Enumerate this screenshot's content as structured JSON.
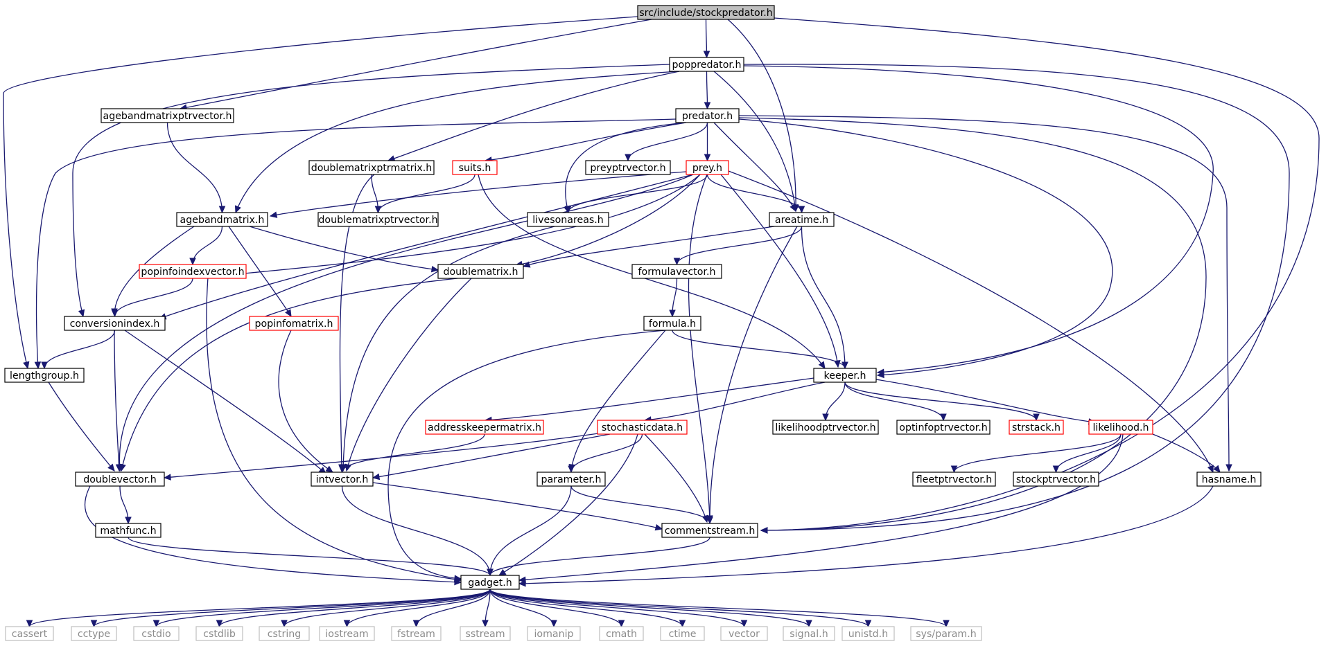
{
  "graph": {
    "root": "src/include/stockpredator.h",
    "colors": {
      "edge": "#191970",
      "node_border": "#000000",
      "truncated_border": "#ff0000",
      "system_border": "#bfbfbf",
      "system_text": "#8c8c8c",
      "root_fill": "#bfbfbf",
      "node_fill": "#ffffff"
    },
    "nodes": [
      {
        "id": "stockpredator",
        "label": "src/include/stockpredator.h",
        "style": "root"
      },
      {
        "id": "poppredator",
        "label": "poppredator.h",
        "style": "normal"
      },
      {
        "id": "agebandmatrixptrvector",
        "label": "agebandmatrixptrvector.h",
        "style": "normal"
      },
      {
        "id": "predator",
        "label": "predator.h",
        "style": "normal"
      },
      {
        "id": "doublematrixptrmatrix",
        "label": "doublematrixptrmatrix.h",
        "style": "normal"
      },
      {
        "id": "suits",
        "label": "suits.h",
        "style": "truncated"
      },
      {
        "id": "preyptrvector",
        "label": "preyptrvector.h",
        "style": "normal"
      },
      {
        "id": "prey",
        "label": "prey.h",
        "style": "truncated"
      },
      {
        "id": "agebandmatrix",
        "label": "agebandmatrix.h",
        "style": "normal"
      },
      {
        "id": "doublematrixptrvector",
        "label": "doublematrixptrvector.h",
        "style": "normal"
      },
      {
        "id": "livesonareas",
        "label": "livesonareas.h",
        "style": "normal"
      },
      {
        "id": "areatime",
        "label": "areatime.h",
        "style": "normal"
      },
      {
        "id": "popinfoindexvector",
        "label": "popinfoindexvector.h",
        "style": "truncated"
      },
      {
        "id": "doublematrix",
        "label": "doublematrix.h",
        "style": "normal"
      },
      {
        "id": "formulavector",
        "label": "formulavector.h",
        "style": "normal"
      },
      {
        "id": "conversionindex",
        "label": "conversionindex.h",
        "style": "normal"
      },
      {
        "id": "popinfomatrix",
        "label": "popinfomatrix.h",
        "style": "truncated"
      },
      {
        "id": "formula",
        "label": "formula.h",
        "style": "normal"
      },
      {
        "id": "lengthgroup",
        "label": "lengthgroup.h",
        "style": "normal"
      },
      {
        "id": "keeper",
        "label": "keeper.h",
        "style": "normal"
      },
      {
        "id": "addresskeepermatrix",
        "label": "addresskeepermatrix.h",
        "style": "truncated"
      },
      {
        "id": "stochasticdata",
        "label": "stochasticdata.h",
        "style": "truncated"
      },
      {
        "id": "likelihoodptrvector",
        "label": "likelihoodptrvector.h",
        "style": "normal"
      },
      {
        "id": "optinfoptrvector",
        "label": "optinfoptrvector.h",
        "style": "normal"
      },
      {
        "id": "strstack",
        "label": "strstack.h",
        "style": "truncated"
      },
      {
        "id": "likelihood",
        "label": "likelihood.h",
        "style": "truncated"
      },
      {
        "id": "doublevector",
        "label": "doublevector.h",
        "style": "normal"
      },
      {
        "id": "intvector",
        "label": "intvector.h",
        "style": "normal"
      },
      {
        "id": "parameter",
        "label": "parameter.h",
        "style": "normal"
      },
      {
        "id": "fleetptrvector",
        "label": "fleetptrvector.h",
        "style": "normal"
      },
      {
        "id": "stockptrvector",
        "label": "stockptrvector.h",
        "style": "normal"
      },
      {
        "id": "hasname",
        "label": "hasname.h",
        "style": "normal"
      },
      {
        "id": "mathfunc",
        "label": "mathfunc.h",
        "style": "normal"
      },
      {
        "id": "commentstream",
        "label": "commentstream.h",
        "style": "normal"
      },
      {
        "id": "gadget",
        "label": "gadget.h",
        "style": "normal"
      },
      {
        "id": "cassert",
        "label": "cassert",
        "style": "system"
      },
      {
        "id": "cctype",
        "label": "cctype",
        "style": "system"
      },
      {
        "id": "cstdio",
        "label": "cstdio",
        "style": "system"
      },
      {
        "id": "cstdlib",
        "label": "cstdlib",
        "style": "system"
      },
      {
        "id": "cstring",
        "label": "cstring",
        "style": "system"
      },
      {
        "id": "iostream",
        "label": "iostream",
        "style": "system"
      },
      {
        "id": "fstream",
        "label": "fstream",
        "style": "system"
      },
      {
        "id": "sstream",
        "label": "sstream",
        "style": "system"
      },
      {
        "id": "iomanip",
        "label": "iomanip",
        "style": "system"
      },
      {
        "id": "cmath",
        "label": "cmath",
        "style": "system"
      },
      {
        "id": "ctime",
        "label": "ctime",
        "style": "system"
      },
      {
        "id": "vector",
        "label": "vector",
        "style": "system"
      },
      {
        "id": "signal",
        "label": "signal.h",
        "style": "system"
      },
      {
        "id": "unistd",
        "label": "unistd.h",
        "style": "system"
      },
      {
        "id": "sysparam",
        "label": "sys/param.h",
        "style": "system"
      }
    ],
    "edges": [
      [
        "stockpredator",
        "poppredator"
      ],
      [
        "stockpredator",
        "agebandmatrixptrvector"
      ],
      [
        "stockpredator",
        "areatime"
      ],
      [
        "stockpredator",
        "lengthgroup"
      ],
      [
        "stockpredator",
        "commentstream"
      ],
      [
        "poppredator",
        "predator"
      ],
      [
        "poppredator",
        "areatime"
      ],
      [
        "poppredator",
        "conversionindex"
      ],
      [
        "poppredator",
        "agebandmatrix"
      ],
      [
        "poppredator",
        "doublematrixptrmatrix"
      ],
      [
        "poppredator",
        "keeper"
      ],
      [
        "poppredator",
        "commentstream"
      ],
      [
        "agebandmatrixptrvector",
        "agebandmatrix"
      ],
      [
        "predator",
        "suits"
      ],
      [
        "predator",
        "preyptrvector"
      ],
      [
        "predator",
        "prey"
      ],
      [
        "predator",
        "livesonareas"
      ],
      [
        "predator",
        "areatime"
      ],
      [
        "predator",
        "lengthgroup"
      ],
      [
        "predator",
        "keeper"
      ],
      [
        "predator",
        "hasname"
      ],
      [
        "predator",
        "commentstream"
      ],
      [
        "doublematrixptrmatrix",
        "doublematrixptrvector"
      ],
      [
        "doublematrixptrmatrix",
        "intvector"
      ],
      [
        "suits",
        "doublematrixptrvector"
      ],
      [
        "suits",
        "keeper"
      ],
      [
        "prey",
        "agebandmatrix"
      ],
      [
        "prey",
        "livesonareas"
      ],
      [
        "prey",
        "areatime"
      ],
      [
        "prey",
        "doublematrix"
      ],
      [
        "prey",
        "conversionindex"
      ],
      [
        "prey",
        "doublevector"
      ],
      [
        "prey",
        "keeper"
      ],
      [
        "prey",
        "hasname"
      ],
      [
        "prey",
        "commentstream"
      ],
      [
        "prey",
        "gadget"
      ],
      [
        "agebandmatrix",
        "doublematrix"
      ],
      [
        "agebandmatrix",
        "popinfoindexvector"
      ],
      [
        "agebandmatrix",
        "conversionindex"
      ],
      [
        "agebandmatrix",
        "popinfomatrix"
      ],
      [
        "livesonareas",
        "intvector"
      ],
      [
        "areatime",
        "formulavector"
      ],
      [
        "areatime",
        "keeper"
      ],
      [
        "areatime",
        "doublematrix"
      ],
      [
        "areatime",
        "commentstream"
      ],
      [
        "popinfoindexvector",
        "conversionindex"
      ],
      [
        "doublematrix",
        "doublevector"
      ],
      [
        "doublematrix",
        "intvector"
      ],
      [
        "formulavector",
        "formula"
      ],
      [
        "conversionindex",
        "lengthgroup"
      ],
      [
        "conversionindex",
        "doublevector"
      ],
      [
        "conversionindex",
        "intvector"
      ],
      [
        "popinfomatrix",
        "intvector"
      ],
      [
        "formula",
        "keeper"
      ],
      [
        "formula",
        "parameter"
      ],
      [
        "formula",
        "gadget"
      ],
      [
        "lengthgroup",
        "doublevector"
      ],
      [
        "keeper",
        "addresskeepermatrix"
      ],
      [
        "keeper",
        "stochasticdata"
      ],
      [
        "keeper",
        "likelihoodptrvector"
      ],
      [
        "keeper",
        "optinfoptrvector"
      ],
      [
        "keeper",
        "strstack"
      ],
      [
        "keeper",
        "likelihood"
      ],
      [
        "addresskeepermatrix",
        "intvector"
      ],
      [
        "stochasticdata",
        "doublevector"
      ],
      [
        "stochasticdata",
        "intvector"
      ],
      [
        "stochasticdata",
        "parameter"
      ],
      [
        "stochasticdata",
        "commentstream"
      ],
      [
        "stochasticdata",
        "gadget"
      ],
      [
        "likelihood",
        "fleetptrvector"
      ],
      [
        "likelihood",
        "stockptrvector"
      ],
      [
        "likelihood",
        "hasname"
      ],
      [
        "likelihood",
        "gadget"
      ],
      [
        "doublevector",
        "mathfunc"
      ],
      [
        "doublevector",
        "gadget"
      ],
      [
        "intvector",
        "commentstream"
      ],
      [
        "intvector",
        "gadget"
      ],
      [
        "parameter",
        "commentstream"
      ],
      [
        "parameter",
        "gadget"
      ],
      [
        "hasname",
        "gadget"
      ],
      [
        "mathfunc",
        "gadget"
      ],
      [
        "commentstream",
        "gadget"
      ],
      [
        "gadget",
        "cassert"
      ],
      [
        "gadget",
        "cctype"
      ],
      [
        "gadget",
        "cstdio"
      ],
      [
        "gadget",
        "cstdlib"
      ],
      [
        "gadget",
        "cstring"
      ],
      [
        "gadget",
        "iostream"
      ],
      [
        "gadget",
        "fstream"
      ],
      [
        "gadget",
        "sstream"
      ],
      [
        "gadget",
        "iomanip"
      ],
      [
        "gadget",
        "cmath"
      ],
      [
        "gadget",
        "ctime"
      ],
      [
        "gadget",
        "vector"
      ],
      [
        "gadget",
        "signal"
      ],
      [
        "gadget",
        "unistd"
      ],
      [
        "gadget",
        "sysparam"
      ]
    ]
  }
}
